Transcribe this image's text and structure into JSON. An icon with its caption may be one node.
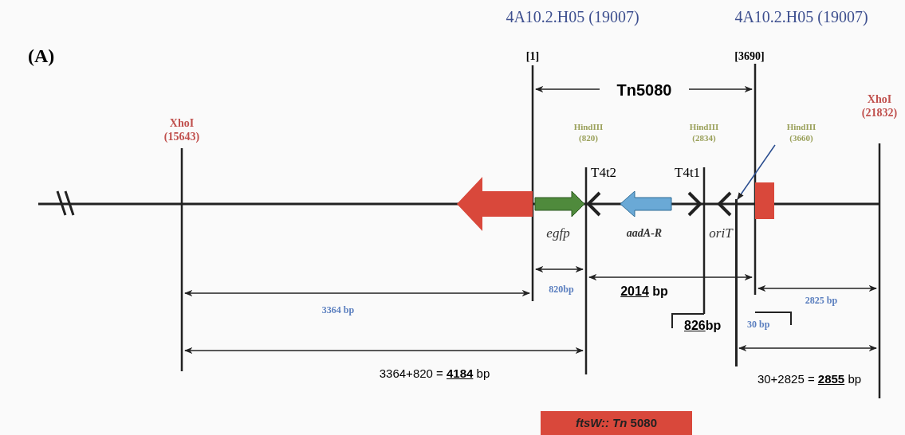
{
  "diagram": {
    "nodes": [
      {
        "text": [
          "HindIII (3660)"
        ]
      },
      {
        "text": [],
        "shape": "bar"
      },
      {
        "text": [
          "*ftsW:: Tn* 5080"
        ]
      }
    ],
    "edges": [
      {
        "from": 0,
        "to": 1,
        "arrow": "to"
      }
    ],
    "labels": [
      "(A)",
      "4A10.2.H05 (19007)",
      "4A10.2.H05 (19007)",
      "[1]",
      "[3690]",
      "Tn5080",
      "XhoI (21832)",
      "XhoI (15643)",
      "HindIII (820)",
      "HindIII (2834)",
      "T4t2",
      "T4t1",
      "egfp",
      "aadA-R",
      "oriT",
      "820bp",
      "**2014** bp",
      "3364 bp",
      "2825 bp",
      "**826**bp",
      "30 bp",
      "3364+820 = **4184** bp",
      "30+2825 = **2855** bp"
    ]
  }
}
